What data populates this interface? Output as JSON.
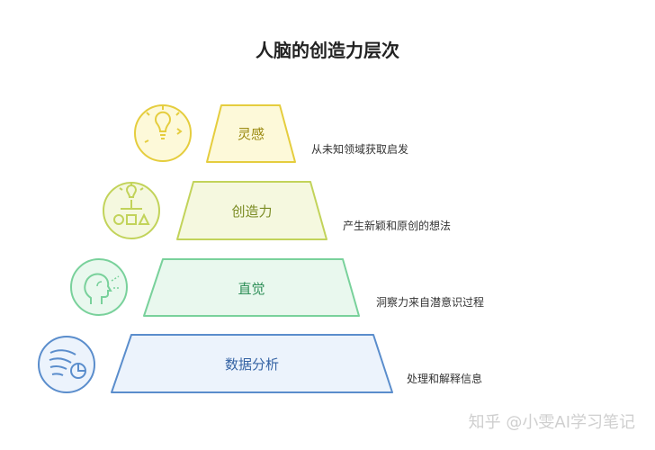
{
  "title": "人脑的创造力层次",
  "colors": {
    "tier1": {
      "fill": "#fdf9d9",
      "stroke": "#e5cd3e",
      "text": "#9b8a11"
    },
    "tier2": {
      "fill": "#f5f8df",
      "stroke": "#c2d35a",
      "text": "#7b8c24"
    },
    "tier3": {
      "fill": "#e9f8ee",
      "stroke": "#79d19b",
      "text": "#2e8f58"
    },
    "tier4": {
      "fill": "#ecf3fc",
      "stroke": "#5a8dcc",
      "text": "#3563a4"
    }
  },
  "tiers": [
    {
      "label": "灵感",
      "description": "从未知领域获取启发",
      "icon": "lightbulb-idea-icon"
    },
    {
      "label": "创造力",
      "description": "产生新颖和原创的想法",
      "icon": "lightbulb-shapes-icon"
    },
    {
      "label": "直觉",
      "description": "洞察力来自潜意识过程",
      "icon": "head-profile-icon"
    },
    {
      "label": "数据分析",
      "description": "处理和解释信息",
      "icon": "data-analysis-icon"
    }
  ],
  "watermark": "知乎 @小雯AI学习笔记"
}
